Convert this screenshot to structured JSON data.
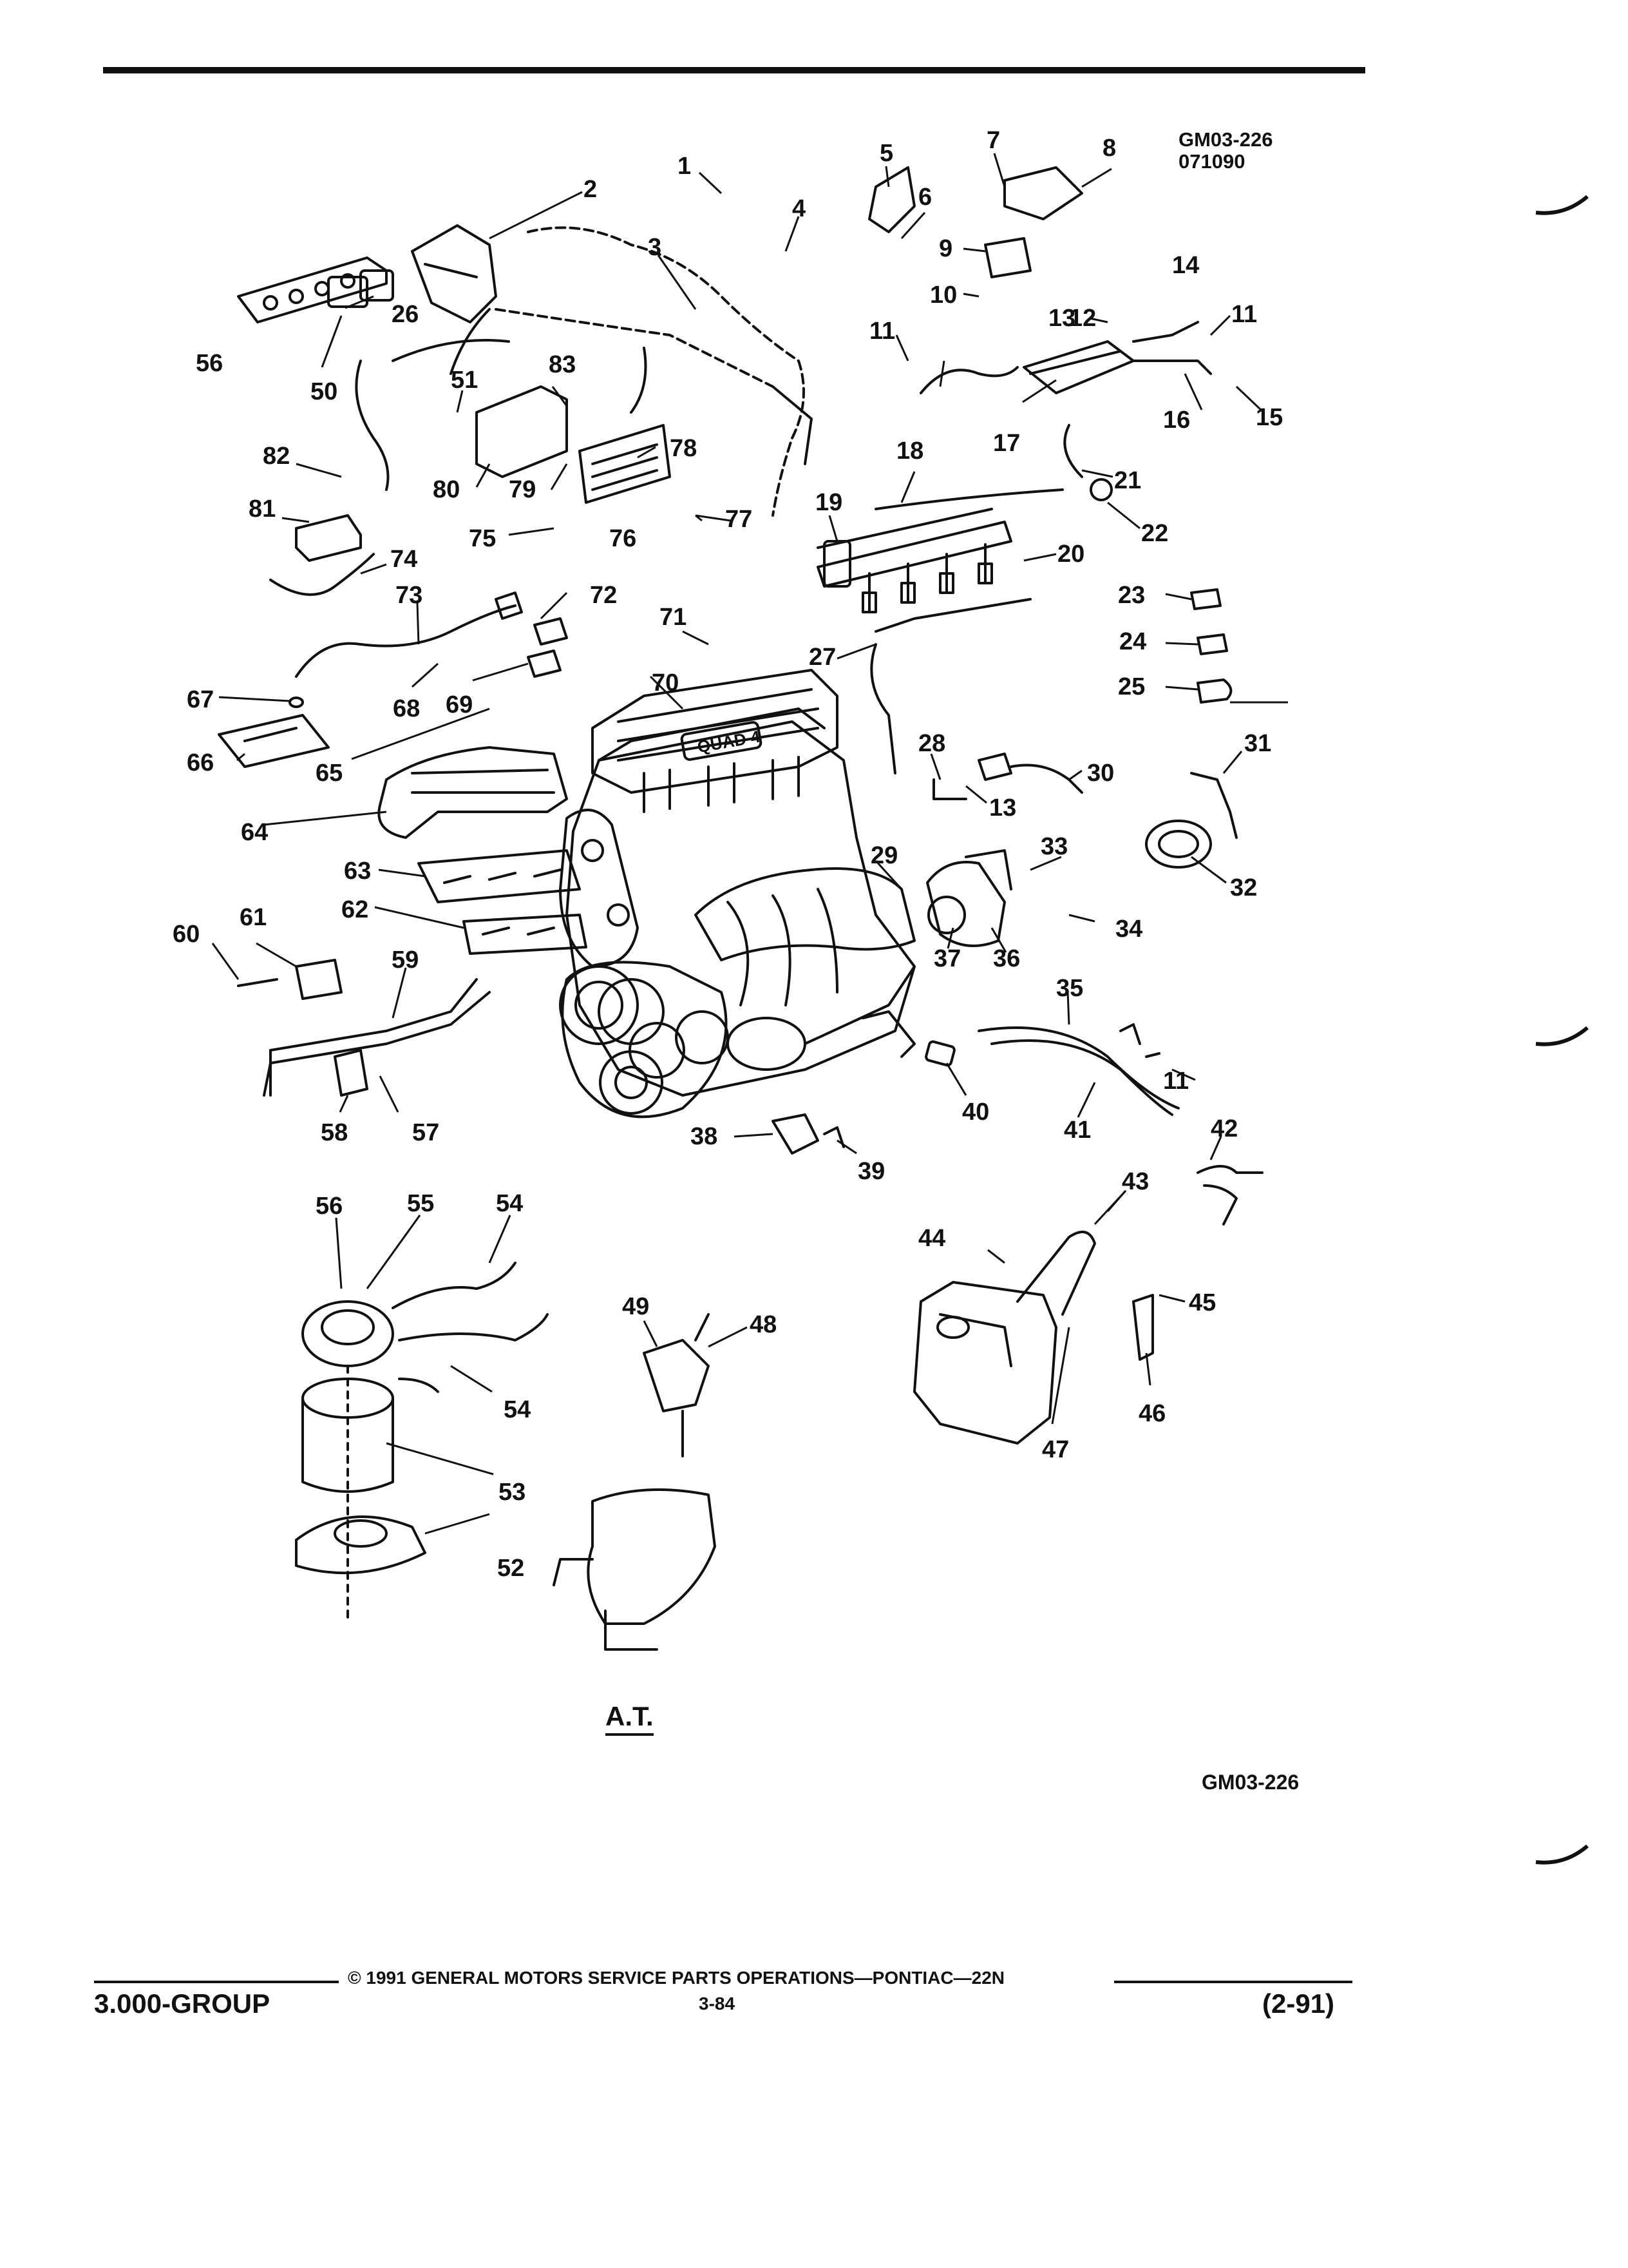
{
  "header": {
    "figure_code": "GM03-226",
    "date_code": "071090"
  },
  "callouts": [
    "1",
    "2",
    "3",
    "4",
    "5",
    "6",
    "7",
    "8",
    "9",
    "10",
    "11",
    "12",
    "13",
    "14",
    "11",
    "15",
    "16",
    "17",
    "18",
    "19",
    "20",
    "21",
    "22",
    "23",
    "24",
    "25",
    "26",
    "27",
    "28",
    "13",
    "29",
    "30",
    "31",
    "32",
    "33",
    "34",
    "35",
    "36",
    "37",
    "38",
    "39",
    "40",
    "41",
    "11",
    "42",
    "43",
    "44",
    "45",
    "46",
    "47",
    "48",
    "49",
    "50",
    "51",
    "52",
    "53",
    "54",
    "54",
    "55",
    "56",
    "56",
    "57",
    "58",
    "59",
    "60",
    "61",
    "62",
    "63",
    "64",
    "65",
    "66",
    "67",
    "68",
    "69",
    "70",
    "71",
    "72",
    "73",
    "74",
    "75",
    "76",
    "77",
    "78",
    "79",
    "80",
    "81",
    "82",
    "83"
  ],
  "engine_cover_text": "QUAD 4",
  "variant_label": "A.T.",
  "bottom_code": "GM03-226",
  "footer": {
    "group": "3.000-GROUP",
    "copyright": "© 1991 GENERAL MOTORS SERVICE PARTS OPERATIONS—PONTIAC—22N",
    "page": "3-84",
    "revision": "(2-91)"
  }
}
